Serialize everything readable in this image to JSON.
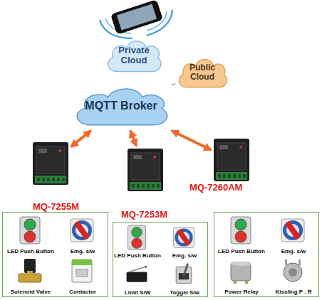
{
  "diagram": {
    "nodes": [
      {
        "text": [
          "Private Cloud"
        ]
      },
      {
        "text": [
          "Public Cloud"
        ]
      },
      {
        "text": [
          "MQTT Broker"
        ]
      },
      {
        "text": [
          "MQ-7255M"
        ]
      },
      {
        "text": [
          "MQ-7253M"
        ]
      },
      {
        "text": [
          "MQ-7260AM"
        ]
      },
      {
        "text": []
      },
      {
        "text": [
          "LED Push Button"
        ],
        "in": 6
      },
      {
        "text": [
          "Emg. s/w"
        ],
        "in": 6
      },
      {
        "text": [
          "Solenoid Valve"
        ],
        "in": 6
      },
      {
        "text": [
          "Contactor"
        ],
        "in": 6
      },
      {
        "text": []
      },
      {
        "text": [
          "LED Push Button"
        ],
        "in": 11
      },
      {
        "text": [
          "Emg. s/w"
        ],
        "in": 11
      },
      {
        "text": [
          "Limit S/W"
        ],
        "in": 11
      },
      {
        "text": [
          "Toggel S/w"
        ],
        "in": 11
      },
      {
        "text": []
      },
      {
        "text": [
          "LED Push Button"
        ],
        "in": 16
      },
      {
        "text": [
          "Emg. s/w"
        ],
        "in": 16
      },
      {
        "text": [
          "Power Relay"
        ],
        "in": 16
      },
      {
        "text": [
          "Kissling P . R"
        ],
        "in": 16
      }
    ],
    "edges": [
      {
        "from": 1,
        "to": 2,
        "arrow": "none"
      },
      {
        "from": 2,
        "to": 3,
        "arrow": "both"
      },
      {
        "from": 2,
        "to": 4,
        "arrow": "both"
      },
      {
        "from": 2,
        "to": 5,
        "arrow": "both"
      }
    ]
  }
}
